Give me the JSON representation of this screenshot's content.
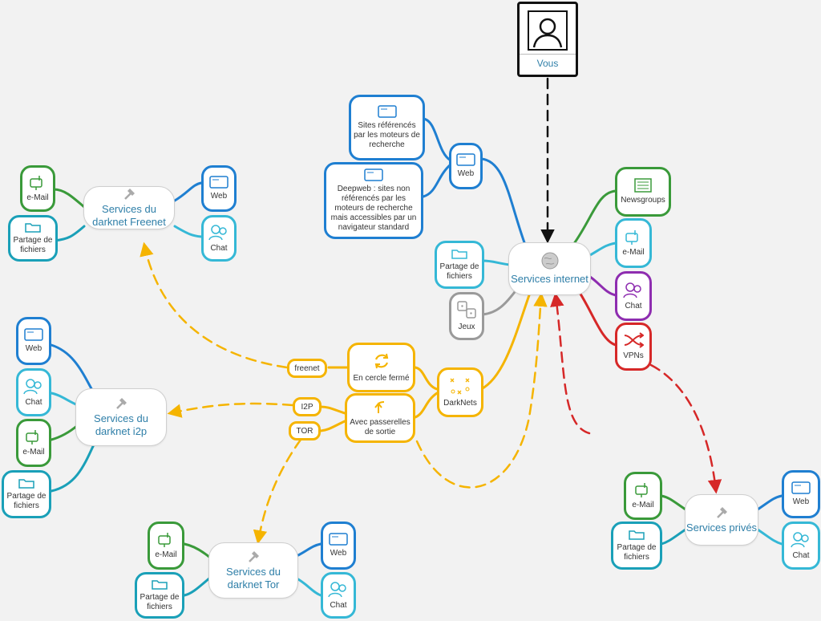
{
  "vous": {
    "label": "Vous"
  },
  "hubs": {
    "internet": "Services internet",
    "freenet": "Services du darknet Freenet",
    "i2p": "Services du darknet i2p",
    "tor": "Services du darknet Tor",
    "prives": "Services privés"
  },
  "internet_children": {
    "web": "Web",
    "sites_references": "Sites référencés par les moteurs de recherche",
    "deepweb": "Deepweb : sites non référencés par les moteurs de recherche mais accessibles par un navigateur standard",
    "partage": "Partage de fichiers",
    "jeux": "Jeux",
    "newsgroups": "Newsgroups",
    "email": "e-Mail",
    "chat": "Chat",
    "vpns": "VPNs"
  },
  "darknets": {
    "darknets": "DarkNets",
    "cercle_ferme": "En cercle fermé",
    "passerelles": "Avec passerelles de sortie",
    "freenet": "freenet",
    "i2p": "I2P",
    "tor": "TOR"
  },
  "freenet_children": {
    "email": "e-Mail",
    "partage": "Partage de fichiers",
    "web": "Web",
    "chat": "Chat"
  },
  "i2p_children": {
    "web": "Web",
    "chat": "Chat",
    "email": "e-Mail",
    "partage": "Partage de fichiers"
  },
  "tor_children": {
    "email": "e-Mail",
    "partage": "Partage de fichiers",
    "web": "Web",
    "chat": "Chat"
  },
  "prives_children": {
    "email": "e-Mail",
    "partage": "Partage de fichiers",
    "web": "Web",
    "chat": "Chat"
  },
  "colors": {
    "web_blue": "#1f7fd1",
    "chat_cyan": "#35b8d6",
    "mail_green": "#3a9a3a",
    "files_teal": "#1aa0b8",
    "darknet_orange": "#f5b400",
    "vpn_red": "#d62828",
    "chat_purple": "#8e2db0",
    "games_gray": "#9a9a9a"
  }
}
